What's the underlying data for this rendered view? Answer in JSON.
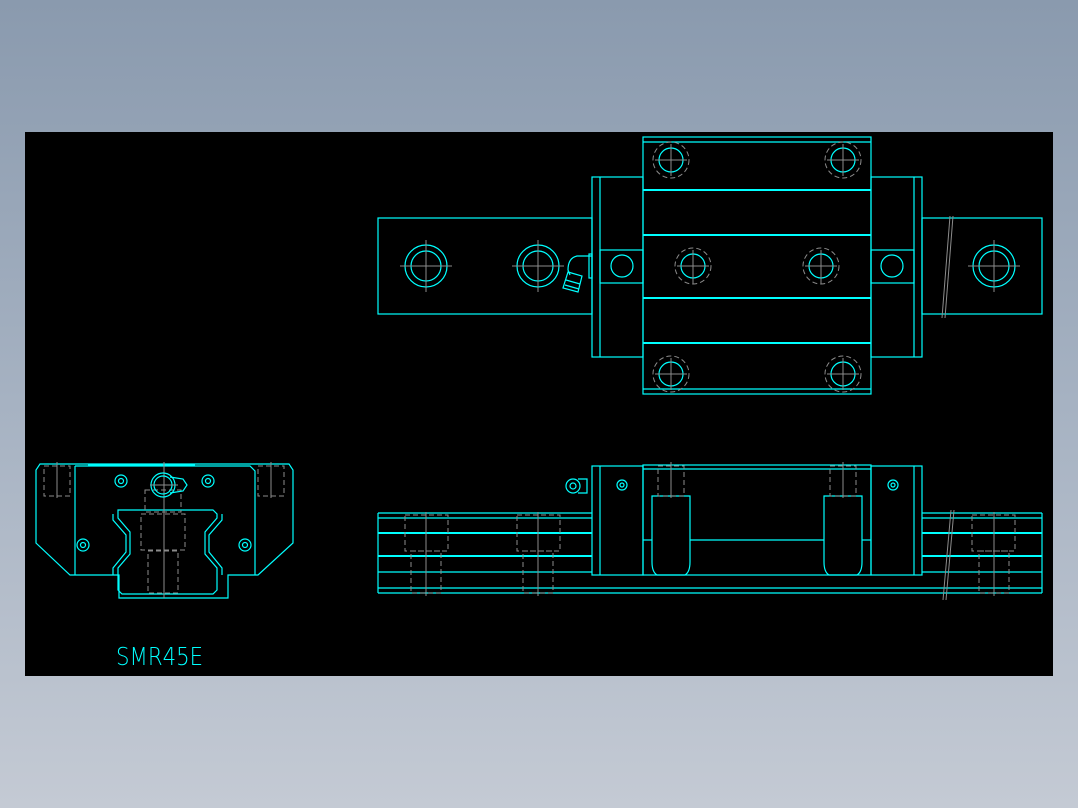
{
  "drawing": {
    "part_label": "SMR45E",
    "colors": {
      "background_top": "#8a9aae",
      "background_bottom": "#c4cad4",
      "canvas": "#000000",
      "line_primary": "#00ffff",
      "line_hidden": "#8c8c8c"
    },
    "views": [
      {
        "name": "end-view",
        "description": "front/end view of carriage block on rail"
      },
      {
        "name": "top-view",
        "description": "plan view of carriage block on rail with mounting holes"
      },
      {
        "name": "side-view",
        "description": "side elevation of carriage block on rail"
      }
    ]
  }
}
